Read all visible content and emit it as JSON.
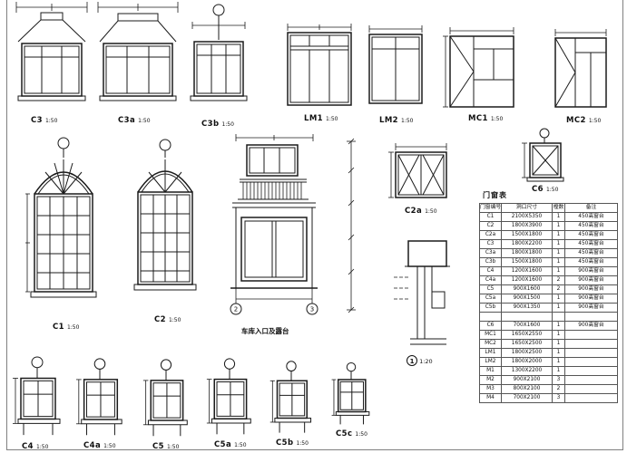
{
  "drawings": [
    {
      "code": "C3",
      "scale": "1:50"
    },
    {
      "code": "C3a",
      "scale": "1:50"
    },
    {
      "code": "C3b",
      "scale": "1:50"
    },
    {
      "code": "LM1",
      "scale": "1:50"
    },
    {
      "code": "LM2",
      "scale": "1:50"
    },
    {
      "code": "MC1",
      "scale": "1:50"
    },
    {
      "code": "MC2",
      "scale": "1:50"
    },
    {
      "code": "C1",
      "scale": "1:50"
    },
    {
      "code": "C2",
      "scale": "1:50"
    },
    {
      "code": "C2a",
      "scale": "1:50"
    },
    {
      "code": "C6",
      "scale": "1:50"
    },
    {
      "code": "C4",
      "scale": "1:50"
    },
    {
      "code": "C4a",
      "scale": "1:50"
    },
    {
      "code": "C5",
      "scale": "1:50"
    },
    {
      "code": "C5a",
      "scale": "1:50"
    },
    {
      "code": "C5b",
      "scale": "1:50"
    },
    {
      "code": "C5c",
      "scale": "1:50"
    }
  ],
  "facade": {
    "caption": "车库入口及露台",
    "axis_left": "2",
    "axis_right": "3"
  },
  "section": {
    "bubble": "1",
    "scale": "1:20"
  },
  "schedule": {
    "title": "门窗表",
    "columns": [
      "门窗编号",
      "洞口尺寸",
      "樘数",
      "备注"
    ],
    "rows": [
      [
        "C1",
        "2100X5350",
        "1",
        "450高窗台"
      ],
      [
        "C2",
        "1800X3900",
        "1",
        "450高窗台"
      ],
      [
        "C2a",
        "1500X1800",
        "1",
        "450高窗台"
      ],
      [
        "C3",
        "1800X2200",
        "1",
        "450高窗台"
      ],
      [
        "C3a",
        "1800X1800",
        "1",
        "450高窗台"
      ],
      [
        "C3b",
        "1500X1800",
        "1",
        "450高窗台"
      ],
      [
        "C4",
        "1200X1600",
        "1",
        "900高窗台"
      ],
      [
        "C4a",
        "1200X1600",
        "2",
        "900高窗台"
      ],
      [
        "C5",
        "900X1600",
        "2",
        "900高窗台"
      ],
      [
        "C5a",
        "900X1500",
        "1",
        "900高窗台"
      ],
      [
        "C5b",
        "900X1350",
        "1",
        "900高窗台"
      ],
      [
        "",
        "",
        "",
        ""
      ],
      [
        "C6",
        "700X1600",
        "1",
        "900高窗台"
      ],
      [
        "MC1",
        "1650X2550",
        "1",
        ""
      ],
      [
        "MC2",
        "1650X2500",
        "1",
        ""
      ],
      [
        "LM1",
        "1800X2500",
        "1",
        ""
      ],
      [
        "LM2",
        "1800X2000",
        "1",
        ""
      ],
      [
        "M1",
        "1300X2200",
        "1",
        ""
      ],
      [
        "M2",
        "900X2100",
        "3",
        ""
      ],
      [
        "M3",
        "800X2100",
        "2",
        ""
      ],
      [
        "M4",
        "700X2100",
        "3",
        ""
      ]
    ]
  },
  "colors": {
    "line": "#1b1b1b",
    "border": "#808080"
  }
}
